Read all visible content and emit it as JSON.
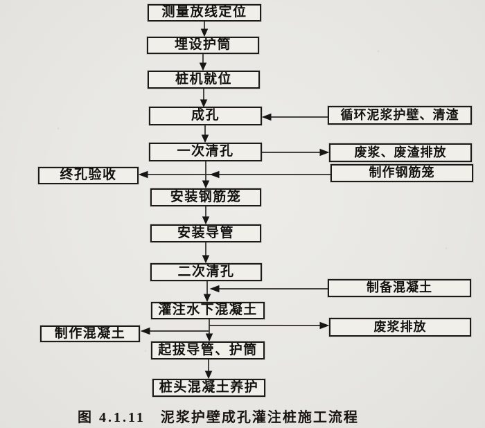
{
  "figure": {
    "caption": {
      "figure_no": "图 4.1.11",
      "title": "泥浆护壁成孔灌注桩施工流程"
    }
  },
  "nodes": {
    "survey": {
      "label": "测量放线定位"
    },
    "casing": {
      "label": "埋设护筒"
    },
    "rig": {
      "label": "桩机就位"
    },
    "drill": {
      "label": "成孔"
    },
    "clean1": {
      "label": "一次清孔"
    },
    "final_check": {
      "label": "终孔验收"
    },
    "cage_install": {
      "label": "安装钢筋笼"
    },
    "tremie": {
      "label": "安装导管"
    },
    "clean2": {
      "label": "二次清孔"
    },
    "pour": {
      "label": "灌注水下混凝土"
    },
    "make_concrete": {
      "label": "制作混凝土"
    },
    "pull": {
      "label": "起拔导管、护筒"
    },
    "cure": {
      "label": "桩头混凝土养护"
    },
    "mud_circ": {
      "label": "循环泥浆护壁、清渣"
    },
    "waste_discharge": {
      "label": "废浆、废渣排放"
    },
    "make_cage": {
      "label": "制作钢筋笼"
    },
    "prep_concrete": {
      "label": "制备混凝土"
    },
    "waste_mud": {
      "label": "废浆排放"
    }
  },
  "edges": [
    {
      "from": "survey",
      "to": "casing",
      "type": "arrow-down"
    },
    {
      "from": "casing",
      "to": "rig",
      "type": "arrow-down"
    },
    {
      "from": "rig",
      "to": "drill",
      "type": "arrow-down"
    },
    {
      "from": "mud_circ",
      "to": "drill",
      "type": "arrow-left"
    },
    {
      "from": "drill",
      "to": "clean1",
      "type": "arrow-down"
    },
    {
      "from": "clean1",
      "to": "waste_discharge",
      "type": "arrow-right"
    },
    {
      "from": "clean1",
      "to": "cage_install",
      "type": "arrow-down"
    },
    {
      "from": "make_cage",
      "to": "cage_install",
      "type": "arrow-left-into-trunk"
    },
    {
      "from": "make_cage",
      "to": "final_check",
      "type": "arrow-left"
    },
    {
      "from": "cage_install",
      "to": "tremie",
      "type": "arrow-down"
    },
    {
      "from": "tremie",
      "to": "clean2",
      "type": "arrow-down"
    },
    {
      "from": "clean2",
      "to": "pour",
      "type": "arrow-down"
    },
    {
      "from": "prep_concrete",
      "to": "pour",
      "type": "arrow-left-into-trunk"
    },
    {
      "from": "pour",
      "to": "waste_mud",
      "type": "arrow-right"
    },
    {
      "from": "pour",
      "to": "make_concrete",
      "type": "arrow-left"
    },
    {
      "from": "pour",
      "to": "pull",
      "type": "arrow-down"
    },
    {
      "from": "pull",
      "to": "cure",
      "type": "arrow-down"
    }
  ],
  "colors": {
    "paper": "#e8e7e3",
    "box_fill": "#f0efe9",
    "ink": "#1d1b18"
  }
}
